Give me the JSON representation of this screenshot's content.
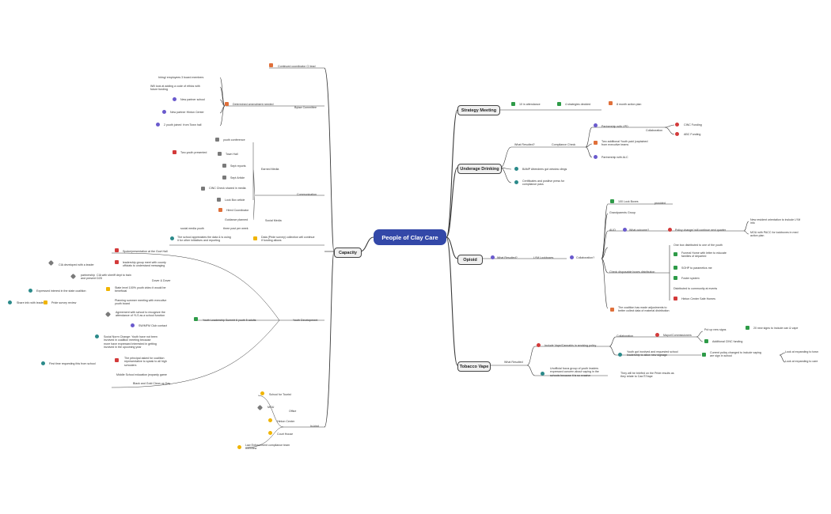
{
  "root": "People of Clay Care",
  "main_topics": {
    "strategy": "Strategy Meeting",
    "underage": "Underage Drinking",
    "opioid": "Opioid",
    "vape": "Tobacco Vape",
    "capacity": "Capacity"
  },
  "strategy": {
    "attendance": "10 in attendance",
    "strategies": "4 strategies decided",
    "plan": "8 month action plan"
  },
  "underage": {
    "what_resulted": "What Resulted?",
    "compliance": "Compliance Check",
    "partnership_lpd": "Partnership with LPD",
    "collaboration": "Collaboration",
    "cinc_funding": "CINC Funding",
    "abc_funding": "ABC Funding",
    "youth_paid": "Two additional Youth paid (captained\nfrom executive teams",
    "alc": "Partnership with ALC",
    "bamp": "BAMP Attendees got window clings",
    "certificates": "Certificates and positive press for\ncompliance pass"
  },
  "opioid": {
    "what_resulted": "What Resulted?",
    "lym": "LYM Lockboxes",
    "collaboration": "Collaboration?",
    "lock_boxes": "100 Lock Boxes",
    "provided": "provided",
    "grandparents": "Grandparents Group",
    "auo": "AUO",
    "what_outcome": "What outcome?",
    "policy_change": "Policy change/ will continue next quarter",
    "new_resident": "New resident orientation to include LYM\ninfo",
    "mou": "MOU with PACC for lockboxes in med\naction plan",
    "one_box": "One box distributed to one of the youth",
    "funeral": "Funeral Home with letter to educate\nfamilies of departed",
    "sohp": "SOHP to parametics me",
    "foster": "Foster system",
    "distributed": "Distributed to community at events",
    "hinton": "Hinton Center Safe Homes",
    "check_dist": "Check disposable boxes distribution",
    "adjustments": "The coalition has made adjustments to\nbetter collect data of material distribution"
  },
  "vape": {
    "what_resulted": "What Resulted",
    "include": "Include Vape/Cannabis in smoking policy",
    "collaboration": "Collaboration",
    "mayor": "Mayor/Commissioners",
    "new_signs": "Put up new signs",
    "signs_20": "20 new signs to include can & vape",
    "cinc_funding": "Additional CINC funding",
    "youth_school": "Youth got involved and requested school\nleadership to allow new signage",
    "current_policy": "Current policy changed to include vaping\nare sign in school",
    "look_town": "Look at expanding to town",
    "look_care": "Look at expanding to care",
    "unofficial": "Unofficial focus group of youth leaders\nexpressed concern about vaping in the\nschools because it is so evasive",
    "briefed": "They will be briefed on the Pride results as\nthey relate to Can/T/Vape"
  },
  "capacity": {
    "continued": "Continued coordinator Cl lead",
    "bylaw": "Bylaw Committee",
    "determined": "Determined amendment needed",
    "hiring": "hiring/ employees 3 board members",
    "ethics": "Will look at adding a code of ethics with\nfuture funding",
    "new_school": "New partner school",
    "new_hinton": "New partner Hinton Center",
    "youth_joined": "2 youth joined  from Town hall",
    "communication": "Communication",
    "earned_media": "Earned Media",
    "youth_conf": "youth conference",
    "two_youth": "Two youth presented",
    "town_hall": "Town Hall",
    "sept_reports": "Sept reports",
    "sept_article": "Sept Article",
    "cinc_check": "CINC Check shared in media",
    "lock_box": "Lock Box article",
    "social_media": "Social Media",
    "hired": "Hired Coordinator",
    "guidance": "Guidance planned",
    "three_post": "three post per week",
    "social_youth": "social media youth",
    "school_data": "The school appreciates the data & is using\nit for other initiatives and reporting",
    "data_pride": "Data (Pride survey) collection will continue\nif funding allows",
    "spoke": "Spoke/presentation at the Govt Hall",
    "leadership": "leadership group meet with county\nofficials to understand messaging",
    "cia": "CIA developed with a leader",
    "partnership_cia": "partnership  CIA with sheriff dept to train\nand present D2D",
    "dover": "Dover & Dover",
    "expressed": "Expressed interest in the state coalition",
    "state_level": "State level 100% youth video it would be\nbeneficial",
    "share_leaders": "Share info with leaders",
    "pride": "Pride survey review",
    "planning": "Planning summer meeting with executive\nyouth board",
    "agreement": "Agreement with school to recognize the\nattendance of YLS as a school function",
    "yls": "Youth Leadership Summit 6 youth 5 adults",
    "youth_dev": "Youth Development",
    "swmfm": "SW/MFM Club contact",
    "social_norm": "Social Norm Change: Youth have not been\ninvolved in coalition meeting because\nmore have expressed interested in getting\ninvolved in the upcoming year",
    "principal": "The principal asked for coalition\nrepresentative to speak to all high\nschoolers",
    "first_time": "First time requesting this from school",
    "middle": "Middle School education jeopardy game",
    "black_gold": "Black and Gold Clean up Day",
    "in_kind": "In-kind",
    "school_town": "School for Tourist",
    "mou": "MOU",
    "office": "Office",
    "hinton": "Hinton Center",
    "court": "Court House",
    "law": "Law Enforcement compliance team\noverview"
  },
  "icon_colors": {
    "green": "#2e9b48",
    "red": "#d33a3a",
    "purple": "#6a5acd",
    "yellow": "#f0b400",
    "teal": "#2b8a8a",
    "orange": "#e0703a",
    "gray": "#7a7a7a",
    "root_blue": "#3348a8"
  }
}
